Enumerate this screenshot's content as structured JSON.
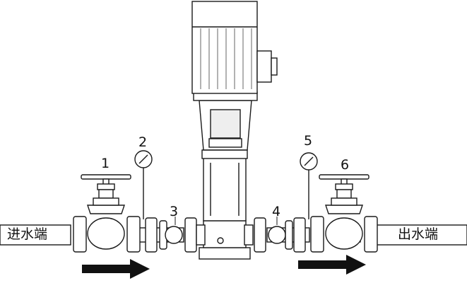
{
  "inlet_label": "进水端",
  "outlet_label": "出水端",
  "callouts": [
    "1",
    "2",
    "3",
    "4",
    "5",
    "6"
  ],
  "colors": {
    "line": "#1a1a1a",
    "fill": "#ffffff",
    "shade": "#d9d9d9",
    "arrow": "#111111"
  }
}
